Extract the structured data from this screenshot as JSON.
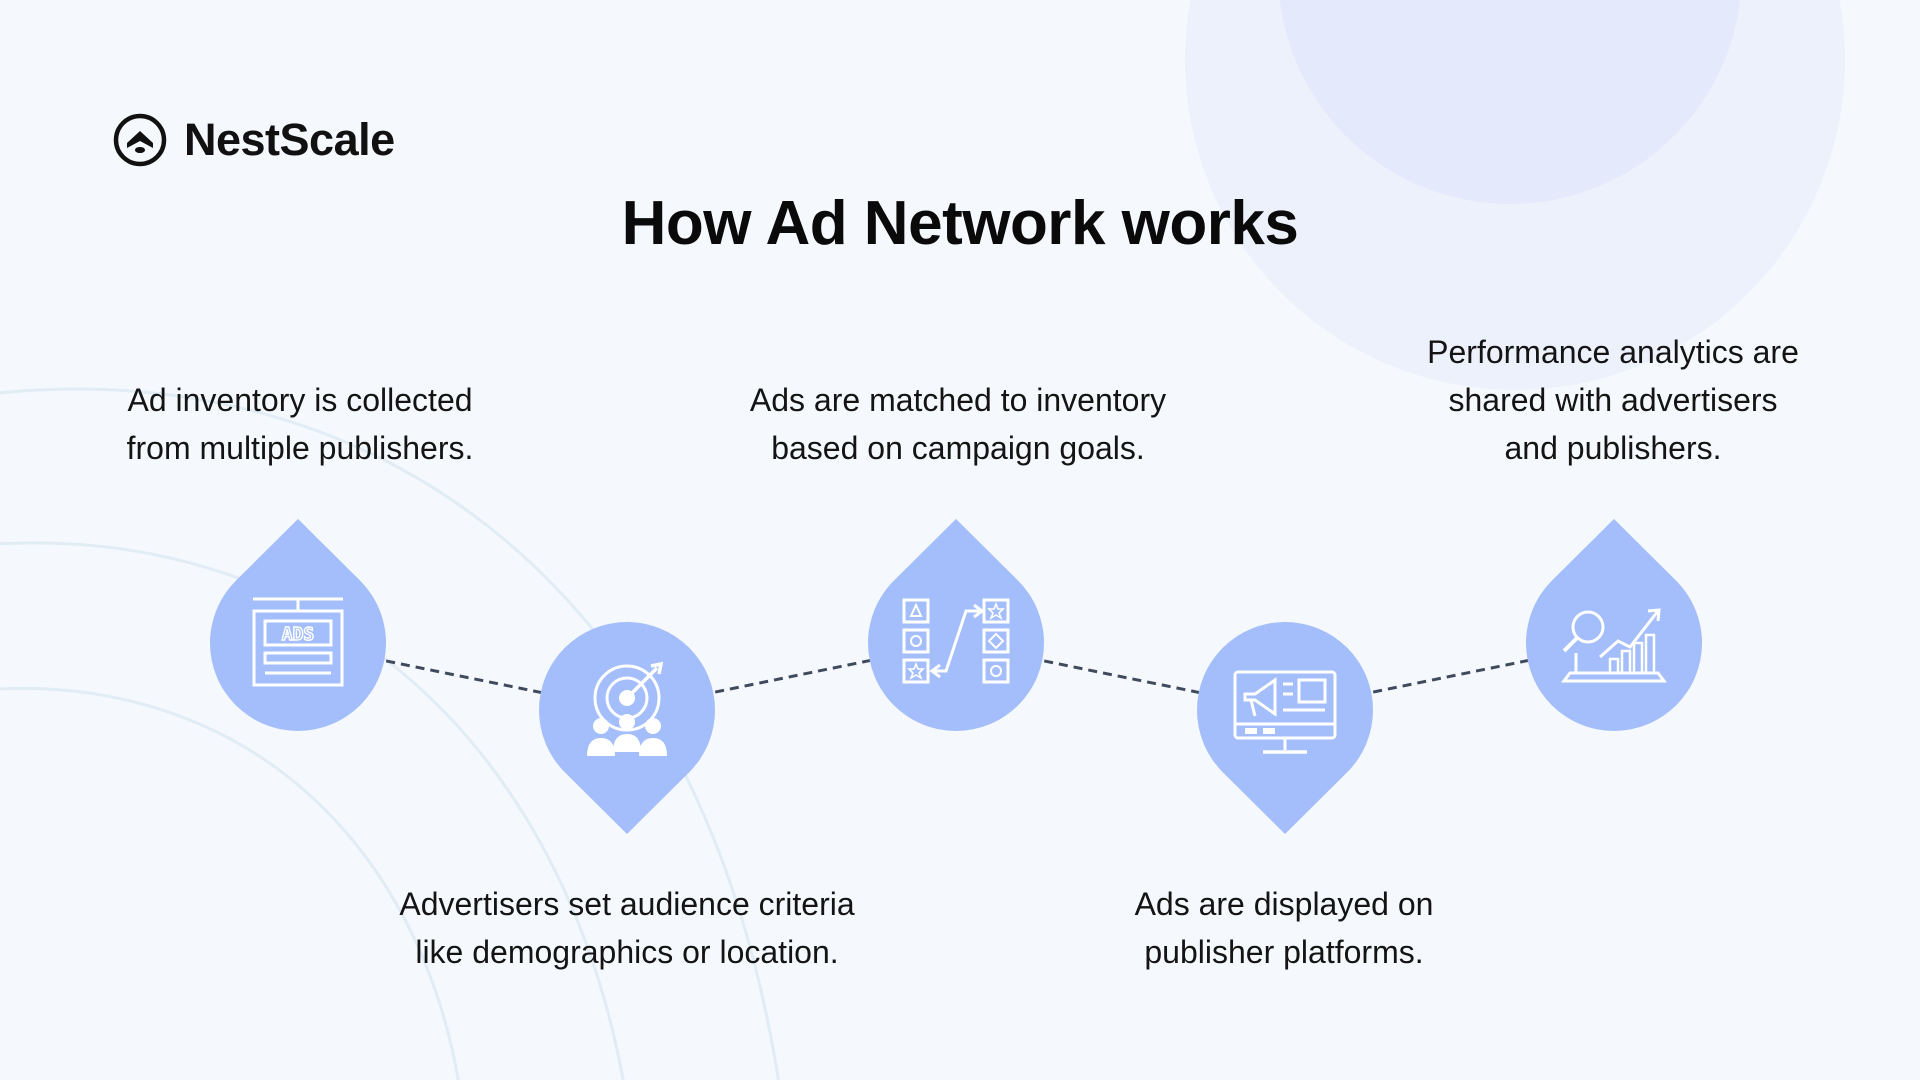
{
  "brand": {
    "name": "NestScale",
    "logo_icon": "nestscale-logo-icon"
  },
  "title": "How Ad Network works",
  "colors": {
    "background": "#f5f9fd",
    "marker_fill": "#a3befa",
    "connector": "#3f4a5c",
    "arc": "#e1ecf4",
    "bg_circle_outer": "#edf1fc",
    "bg_circle_inner": "#e4e9fc",
    "icon_stroke": "#ffffff"
  },
  "steps": [
    {
      "text_lines": [
        "Ad inventory is collected",
        "from multiple publishers."
      ],
      "position": "top",
      "pointer": "up",
      "icon": "ads-billboard-icon"
    },
    {
      "text_lines": [
        "Advertisers set audience criteria",
        "like demographics or location."
      ],
      "position": "bottom",
      "pointer": "down",
      "icon": "audience-target-icon"
    },
    {
      "text_lines": [
        "Ads are matched to inventory",
        "based on campaign goals."
      ],
      "position": "top",
      "pointer": "up",
      "icon": "matching-icon"
    },
    {
      "text_lines": [
        "Ads are displayed on",
        "publisher platforms."
      ],
      "position": "bottom",
      "pointer": "down",
      "icon": "display-monitor-icon"
    },
    {
      "text_lines": [
        "Performance analytics are",
        "shared with advertisers",
        "and publishers."
      ],
      "position": "top",
      "pointer": "up",
      "icon": "analytics-chart-icon"
    }
  ]
}
